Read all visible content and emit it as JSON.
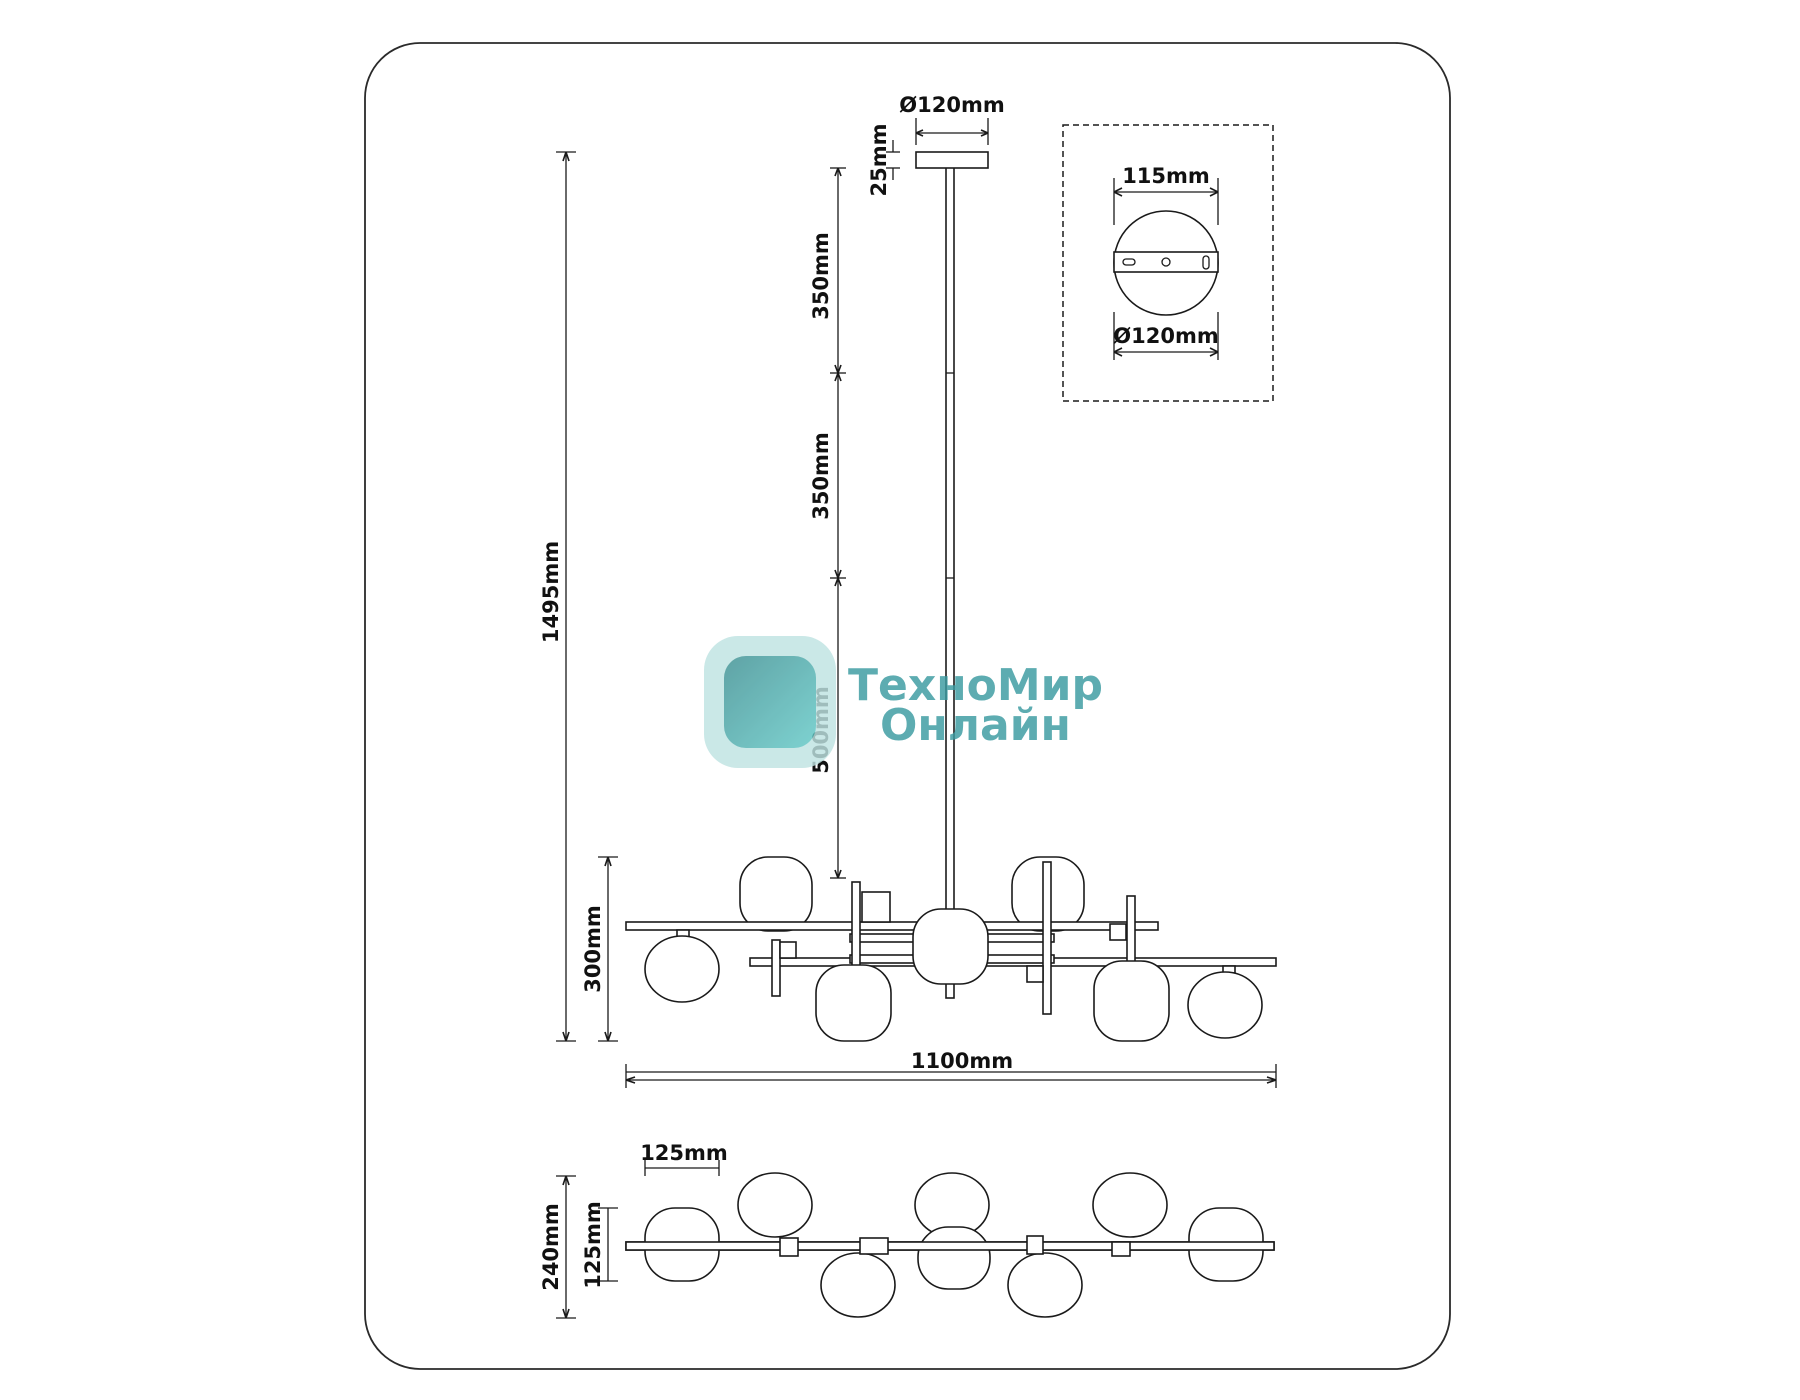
{
  "dimensions": {
    "canopy_diameter": "Ø120mm",
    "canopy_height": "25mm",
    "rod_segment_1": "350mm",
    "rod_segment_2": "350mm",
    "rod_segment_3": "500mm",
    "total_height": "1495mm",
    "body_height": "300mm",
    "total_width": "1100mm",
    "top_width": "125mm",
    "top_depth": "240mm",
    "top_inner_depth": "125mm",
    "detail_width": "115mm",
    "detail_diameter": "Ø120mm"
  },
  "watermark": {
    "line1": "ТехноМир",
    "line2": "Онлайн",
    "color": "#3a9aa0"
  },
  "colors": {
    "line": "#1a1a1a",
    "frame": "#2a2a2a"
  }
}
